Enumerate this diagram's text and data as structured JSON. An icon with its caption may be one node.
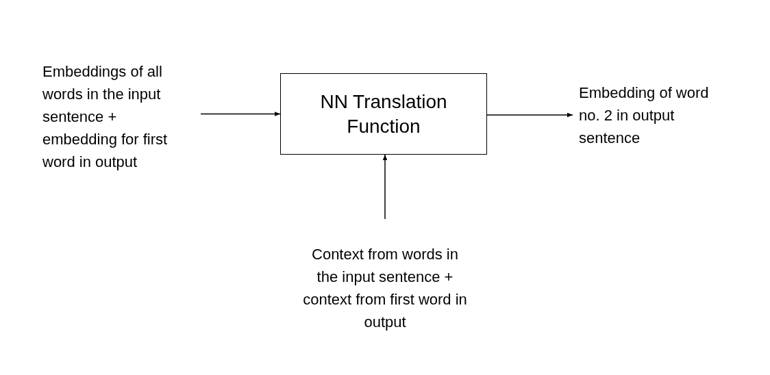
{
  "diagram": {
    "nodes": [
      {
        "text": [
          "Embeddings of all words in the input sentence + embedding for first word in output"
        ]
      },
      {
        "text": [
          "NN Translation Function"
        ]
      },
      {
        "text": [
          "Embedding of word no. 2 in output sentence"
        ]
      },
      {
        "text": [
          "Context from words in the input sentence + context from first word in output"
        ]
      }
    ],
    "edges": [
      {
        "from": 0,
        "to": 1,
        "arrow": "to"
      },
      {
        "from": 1,
        "to": 2,
        "arrow": "to"
      },
      {
        "from": 3,
        "to": 1,
        "arrow": "to"
      }
    ]
  }
}
